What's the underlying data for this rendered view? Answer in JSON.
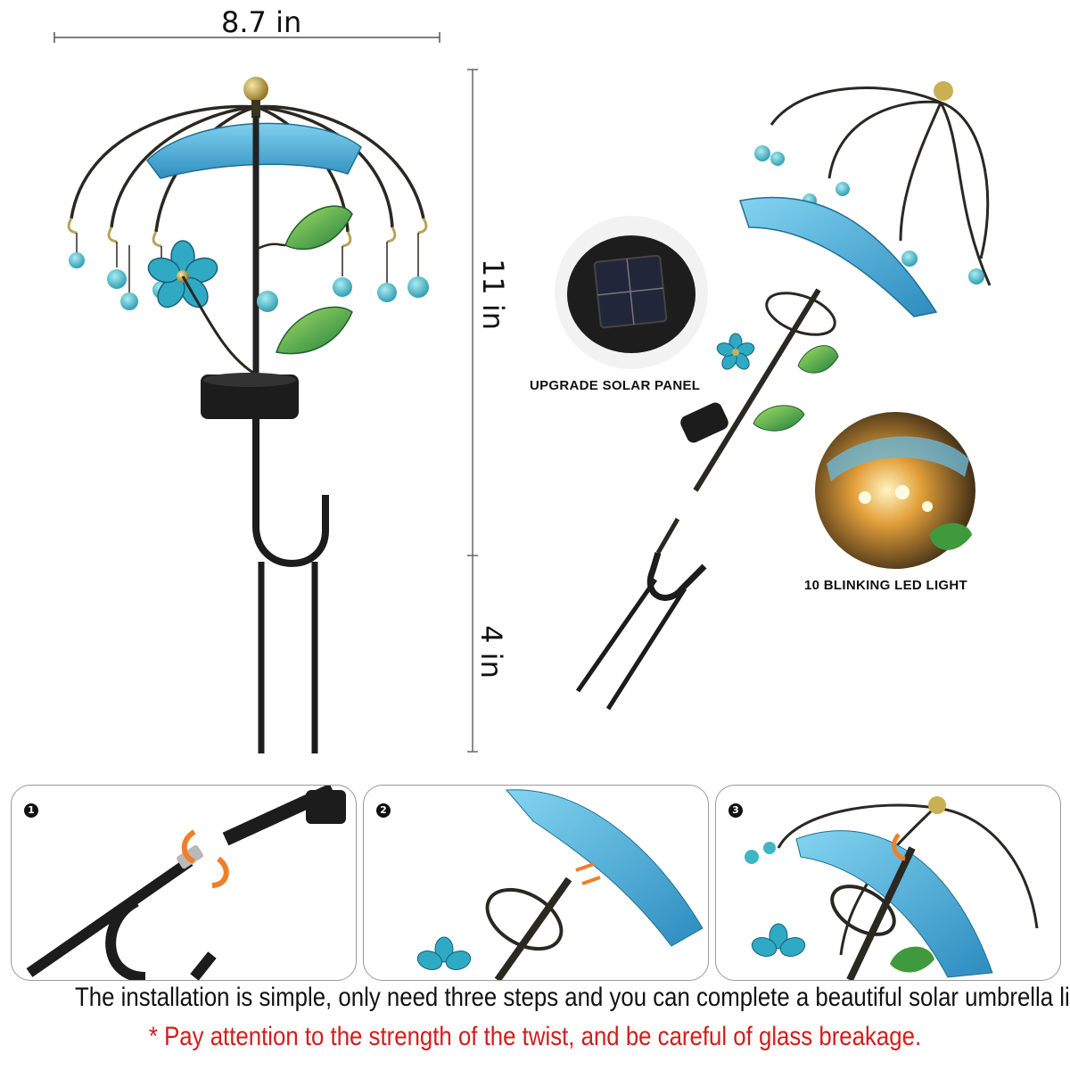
{
  "dimensions": {
    "width": "8.7 in",
    "top_height": "11 in",
    "stake_height": "4 in"
  },
  "callouts": {
    "solar_panel": "UPGRADE SOLAR PANEL",
    "led_light": "10 BLINKING LED LIGHT"
  },
  "steps": [
    {
      "number": "1"
    },
    {
      "number": "2"
    },
    {
      "number": "3"
    }
  ],
  "footer": {
    "instruction": "The installation is simple, only need three steps and you can complete a beautiful solar umbrella light.",
    "warning": "* Pay attention to the strength of the twist, and be careful of glass breakage."
  },
  "colors": {
    "umbrella_blue": "#4fb3d9",
    "bead_teal": "#3fb6c4",
    "leaf_green": "#3fa243",
    "frame_bronze": "#2c2a20",
    "warning_red": "#d21c1c"
  }
}
